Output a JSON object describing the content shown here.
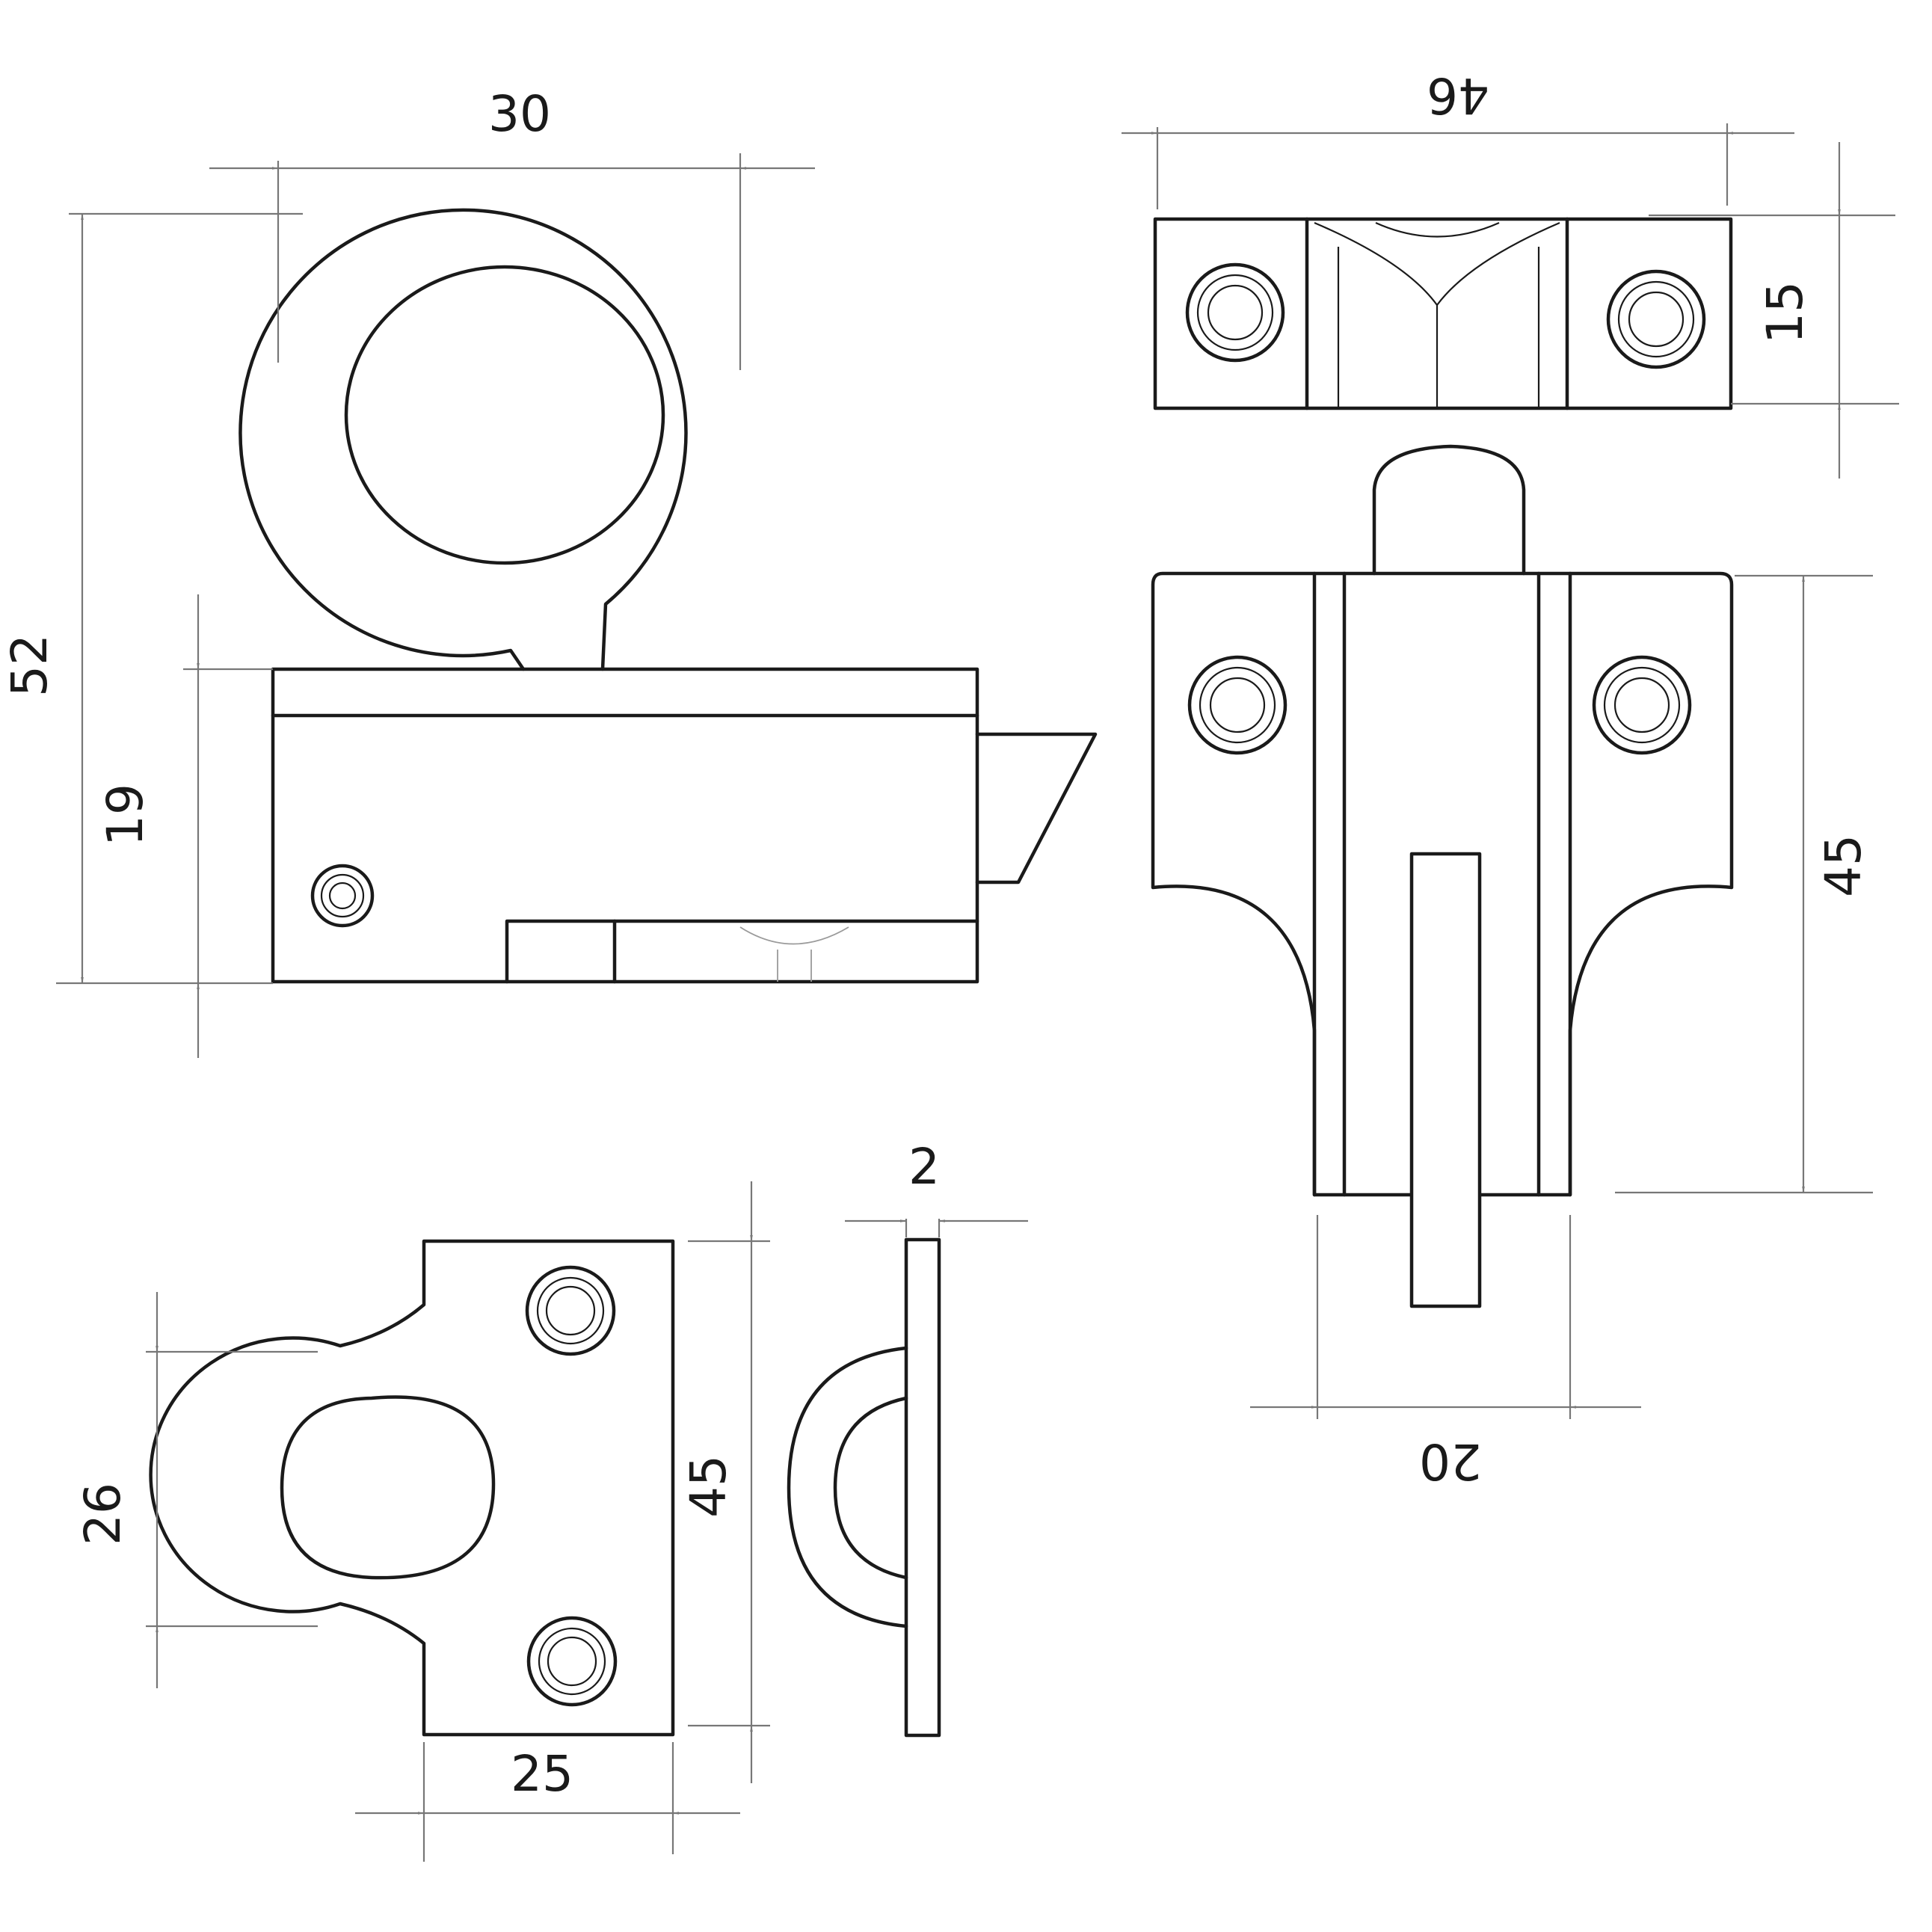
{
  "dimensions": {
    "front_width": "30",
    "front_total_height": "52",
    "front_body_height": "19",
    "top_width": "46",
    "top_depth": "15",
    "plate_height": "45",
    "slot_width": "20",
    "keep_height": "45",
    "keep_opening": "26",
    "keep_width": "25",
    "keep_thickness": "2"
  }
}
